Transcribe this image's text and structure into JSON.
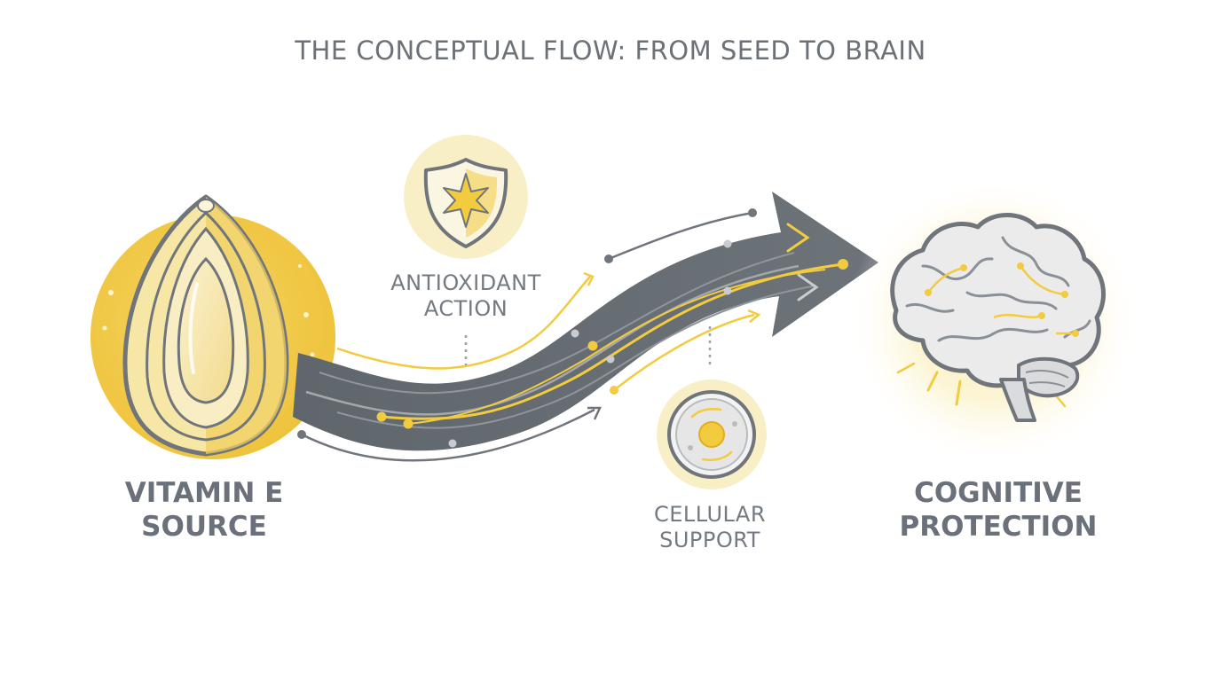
{
  "title": "THE CONCEPTUAL FLOW: FROM SEED TO BRAIN",
  "colors": {
    "accent_yellow": "#f2cb3e",
    "pale_yellow": "#f8efc6",
    "arrow_gray": "#6f757b",
    "text_gray": "#6b7176"
  },
  "nodes": {
    "source": {
      "line1": "VITAMIN E",
      "line2": "SOURCE",
      "icon": "seed-icon"
    },
    "antioxidant": {
      "line1": "ANTIOXIDANT",
      "line2": "ACTION",
      "icon": "shield-star-icon"
    },
    "cellular": {
      "line1": "CELLULAR",
      "line2": "SUPPORT",
      "icon": "cell-icon"
    },
    "cognitive": {
      "line1": "COGNITIVE",
      "line2": "PROTECTION",
      "icon": "brain-icon"
    }
  },
  "flow_icon": "flow-arrow-icon"
}
